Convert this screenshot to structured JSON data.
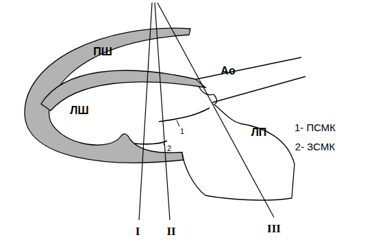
{
  "diagram": {
    "labels": [
      "ПШ",
      "ЛШ",
      "Ао",
      "ЛП",
      "1",
      "2",
      "1- ПСМК",
      "2- ЗСМК",
      "I",
      "II",
      "III"
    ]
  }
}
